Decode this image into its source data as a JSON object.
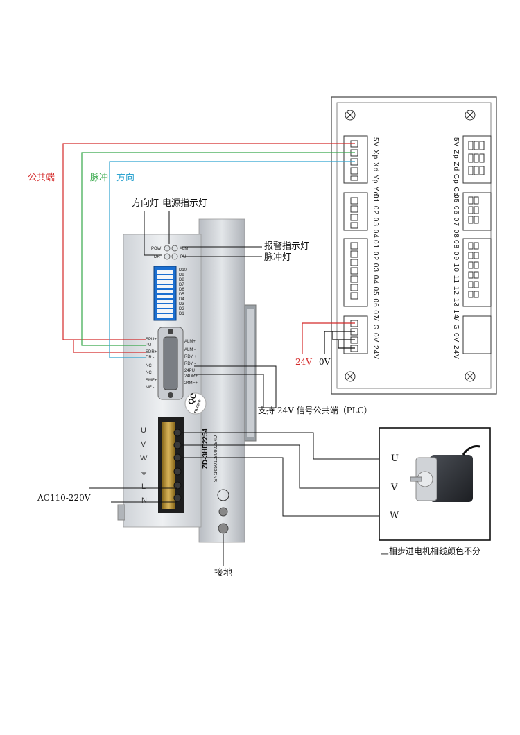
{
  "colors": {
    "red": "#d42a2a",
    "green": "#36a84a",
    "blue": "#2fa4d0",
    "line": "#111111"
  },
  "labels": {
    "common": "公共端",
    "pulse": "脉冲",
    "direction": "方向",
    "dir_lamp": "方向灯",
    "power_lamp": "电源指示灯",
    "alarm_lamp": "报警指示灯",
    "pulse_lamp": "脉冲灯",
    "plc_support": "支持 24V 信号公共端（PLC）",
    "ac_input": "AC110-220V",
    "ground": "接地",
    "motor_note": "三相步进电机相线颜色不分",
    "v24": "24V",
    "v0": "0V"
  },
  "motor_phases": [
    "U",
    "V",
    "W"
  ],
  "driver": {
    "leds": {
      "pow": "POW",
      "alm": "ALM",
      "dr": "DR",
      "pu": "PU"
    },
    "dip_labels": [
      "D10",
      "D9",
      "D8",
      "D7",
      "D6",
      "D5",
      "D4",
      "D3",
      "D2",
      "D1"
    ],
    "left_pins": [
      "SPU+",
      "PU -",
      "SDR+",
      "DR -",
      "NC",
      "NC",
      "SMF+",
      "MF -"
    ],
    "right_pins": [
      "ALM+",
      "ALM -",
      "RDY +",
      "RDY -",
      "24PU+",
      "24DR+",
      "24MF+"
    ],
    "terminals": [
      "U",
      "V",
      "W",
      "⏚",
      "L",
      "N"
    ],
    "model": "ZD-3HE2254",
    "serial": "SN:1650108080294D",
    "qc": "QC",
    "qc_sub": "PASSED"
  },
  "controller": {
    "left_groups": [
      "5V Xp Xd Yp Yd",
      "01 02 03 04",
      "01 02 03 04 05 06 07",
      "V  G  0V 24V"
    ],
    "right_groups": [
      "5V Zp Zd Cp Cd",
      "05 06 07 08",
      "08 09 10 11 12 13 14",
      "V  G  0V 24V"
    ]
  }
}
